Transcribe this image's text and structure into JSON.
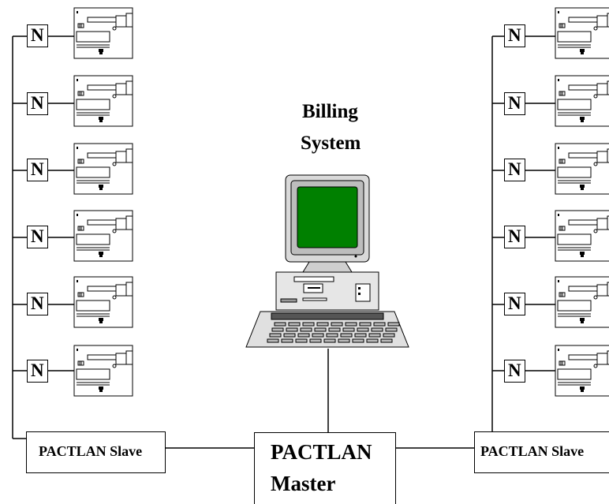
{
  "title": {
    "line1": "Billing",
    "line2": "System"
  },
  "left_slave": {
    "label": "PACTLAN Slave"
  },
  "right_slave": {
    "label": "PACTLAN Slave"
  },
  "master": {
    "line1": "PACTLAN",
    "line2": "Master"
  },
  "node": {
    "label": "N"
  },
  "colors": {
    "line": "#000000",
    "screen": "#008000",
    "monitor_body": "#d9d9d9",
    "case_body": "#e6e6e6"
  },
  "icons": {
    "computer": "desktop-computer-icon",
    "meter": "meter-device-icon"
  }
}
